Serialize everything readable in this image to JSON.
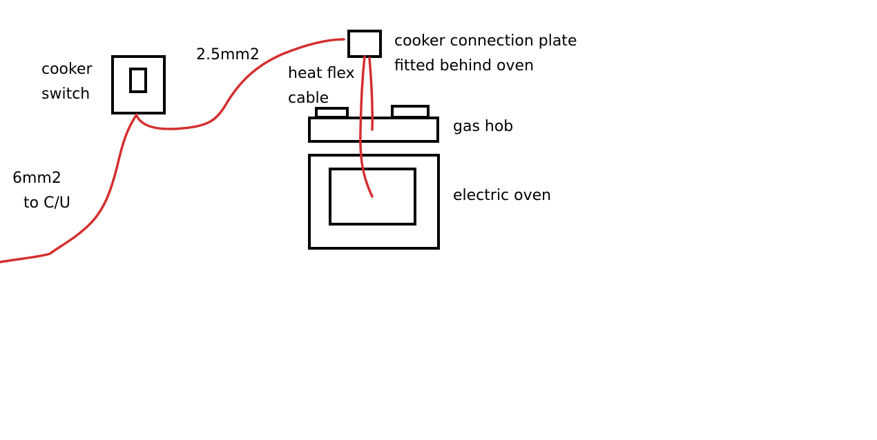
{
  "colors": {
    "wire": "#d32f2f",
    "outline": "#000000",
    "background": "#ffffff"
  },
  "labels": {
    "cooker_switch_line1": "cooker",
    "cooker_switch_line2": "switch",
    "cable_2_5": "2.5mm2",
    "heat_flex_line1": "heat flex",
    "heat_flex_line2": "cable",
    "connection_plate_line1": "cooker connection plate",
    "connection_plate_line2": "fitted behind oven",
    "gas_hob": "gas hob",
    "electric_oven": "electric oven",
    "cable_6mm_line1": "6mm2",
    "cable_6mm_line2": "to C/U"
  }
}
